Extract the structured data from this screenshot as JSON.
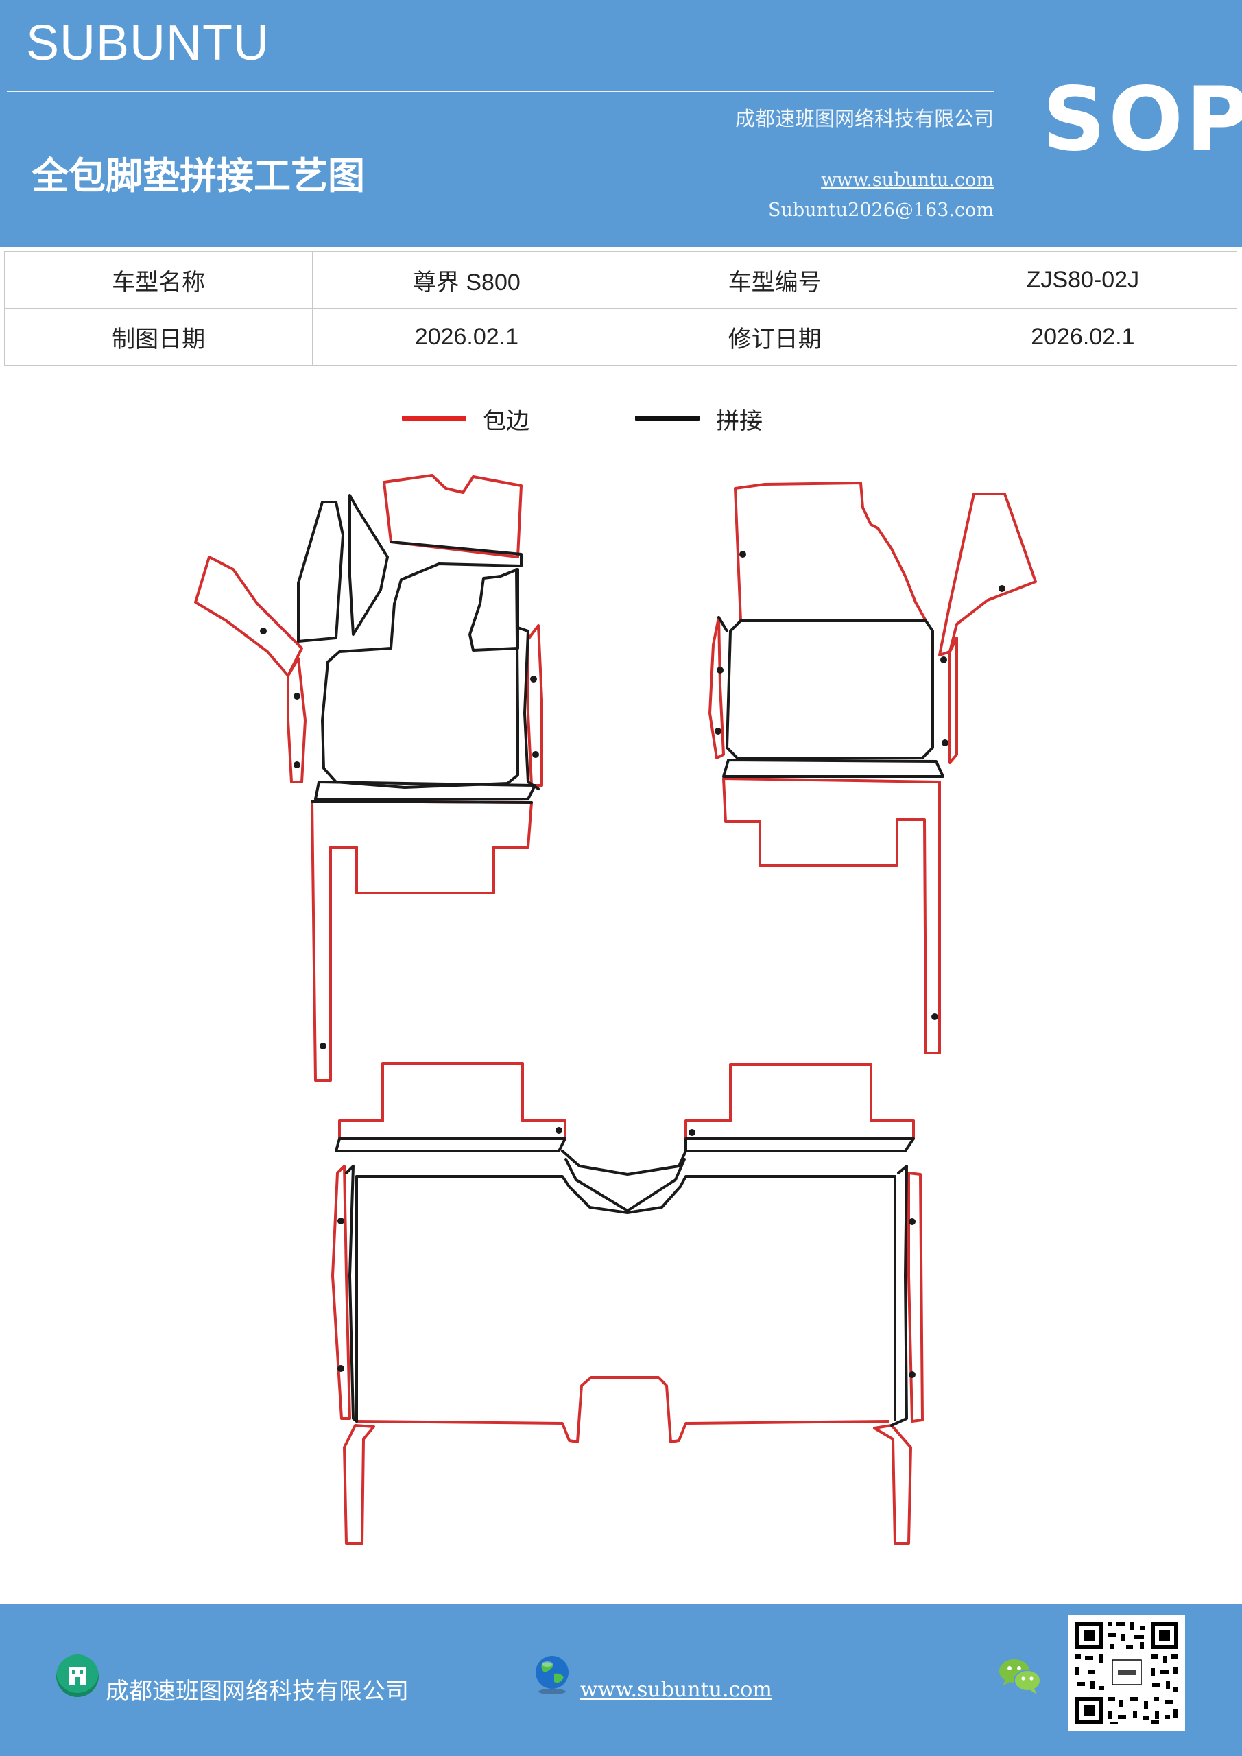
{
  "header": {
    "brand": "SUBUNTU",
    "company": "成都速班图网络科技有限公司",
    "sop": "SOP",
    "title": "全包脚垫拼接工艺图",
    "website": "www.subuntu.com",
    "email": "Subuntu2026@163.com"
  },
  "info_table": {
    "rows": [
      {
        "label1": "车型名称",
        "value1": "尊界 S800",
        "label2": "车型编号",
        "value2": "ZJS80-02J"
      },
      {
        "label1": "制图日期",
        "value1": "2026.02.1",
        "label2": "修订日期",
        "value2": "2026.02.1"
      }
    ]
  },
  "legend": {
    "items": [
      {
        "label": "包边",
        "color": "#e32222"
      },
      {
        "label": "拼接",
        "color": "#111111"
      }
    ]
  },
  "colors": {
    "header_bg": "#5b9bd5",
    "edge_red": "#d32f2f",
    "seam_black": "#1a1a1a"
  },
  "footer": {
    "company": "成都速班图网络科技有限公司",
    "website": "www.subuntu.com",
    "icons": [
      "building-icon",
      "globe-icon",
      "wechat-icon",
      "qr-code"
    ]
  }
}
